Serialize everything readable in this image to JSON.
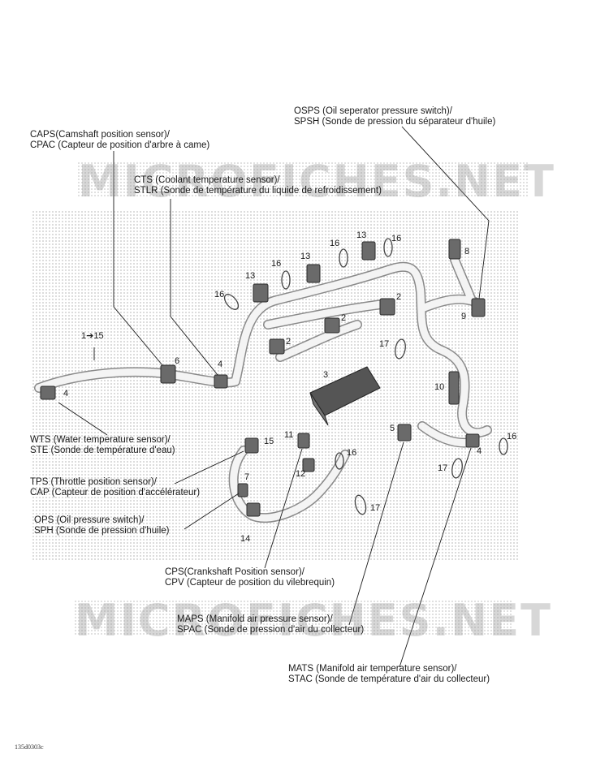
{
  "callouts": {
    "osps": [
      "OSPS (Oil seperator pressure switch)/",
      "SPSH (Sonde de pression du séparateur d'huile)"
    ],
    "caps": [
      "CAPS(Camshaft position sensor)/",
      "CPAC (Capteur de position d'arbre à came)"
    ],
    "cts": [
      "CTS (Coolant temperature sensor)/",
      "STLR (Sonde de température du liquide de refroidissement)"
    ],
    "wts": [
      "WTS (Water temperature sensor)/",
      "STE (Sonde de température d'eau)"
    ],
    "tps": [
      "TPS (Throttle position sensor)/",
      "CAP (Capteur de position d'accélérateur)"
    ],
    "ops": [
      "OPS (Oil pressure switch)/",
      "SPH (Sonde de pression d'huile)"
    ],
    "cps": [
      "CPS(Crankshaft Position sensor)/",
      "CPV (Capteur de position du vilebrequin)"
    ],
    "maps": [
      "MAPS (Manifold air pressure sensor)/",
      "SPAC (Sonde de pression d'air du collecteur)"
    ],
    "mats": [
      "MATS (Manifold air temperature sensor)/",
      "STAC (Sonde de température d'air du collecteur)"
    ]
  },
  "part_numbers": [
    "1➔15",
    "2",
    "2",
    "2",
    "3",
    "4",
    "4",
    "4",
    "5",
    "6",
    "7",
    "8",
    "9",
    "10",
    "11",
    "12",
    "13",
    "13",
    "13",
    "14",
    "15",
    "16",
    "16",
    "16",
    "16",
    "16",
    "16",
    "17",
    "17",
    "17"
  ],
  "watermark": "MICROFICHES.NET",
  "footer_code": "135d0303c",
  "colors": {
    "ink": "#1a1a1a",
    "harness": "#f4f4f4",
    "connector": "#6a6a6a",
    "watermark": "#8c8c8c"
  }
}
